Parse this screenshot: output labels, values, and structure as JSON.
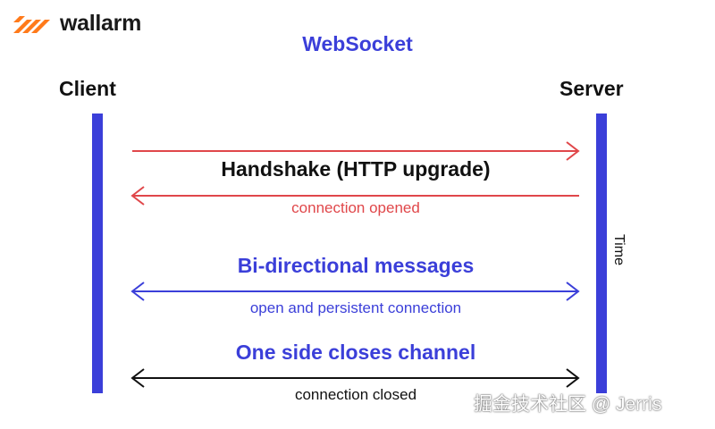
{
  "logo": {
    "text": "wallarm",
    "color": "#ff7a1a"
  },
  "title": "WebSocket",
  "parties": {
    "client": "Client",
    "server": "Server"
  },
  "time_label": "Time",
  "steps": {
    "handshake": {
      "label": "Handshake (HTTP upgrade)",
      "sublabel": "connection opened",
      "color": "#e0474a"
    },
    "bidirectional": {
      "label": "Bi-directional messages",
      "sublabel": "open and persistent connection",
      "color": "#3b3fd9"
    },
    "close": {
      "label": "One side closes channel",
      "sublabel": "connection closed",
      "color": "#111111"
    }
  },
  "watermark": "掘金技术社区 @ Jerris",
  "colors": {
    "accent": "#3b3fd9",
    "lifeline": "#3b3fd9"
  }
}
